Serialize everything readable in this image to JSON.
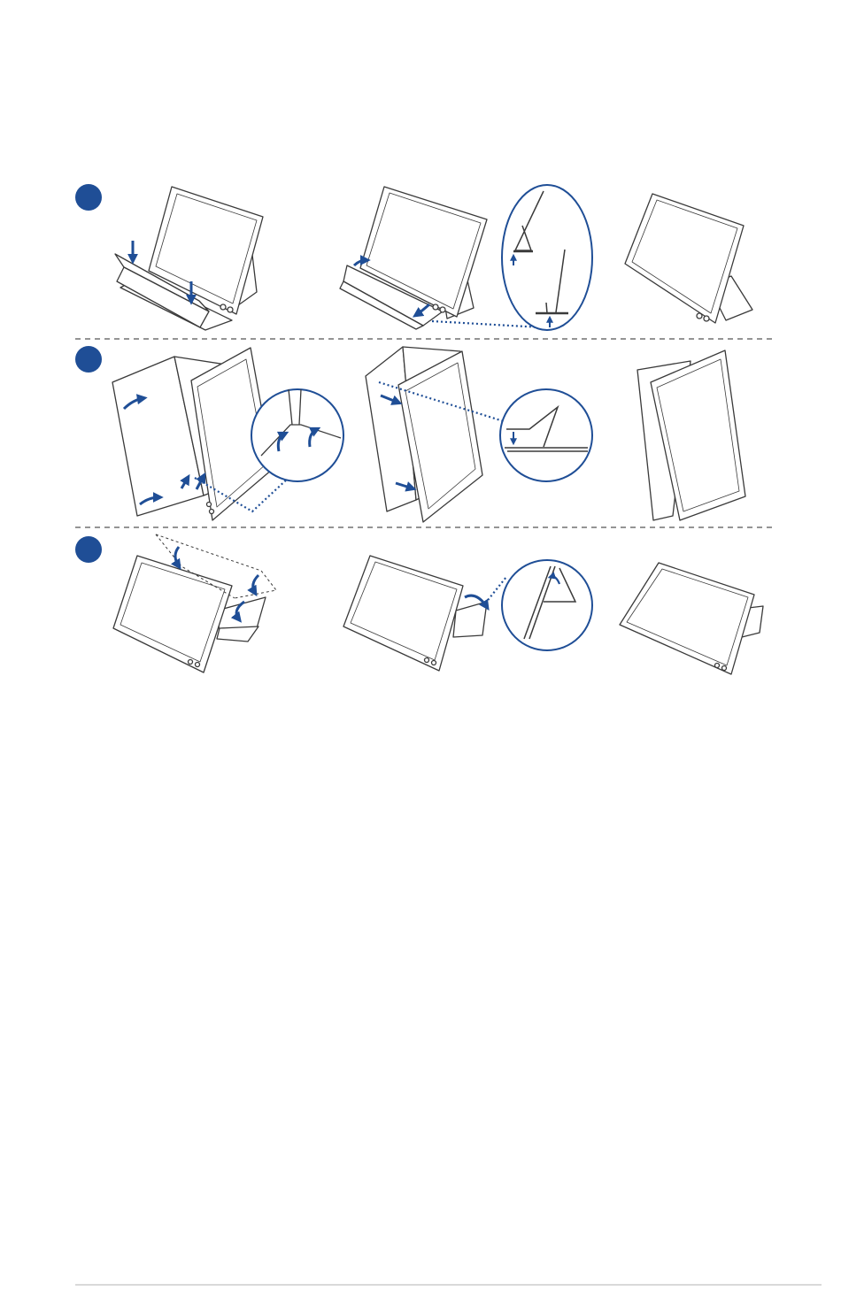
{
  "document": {
    "steps": [
      {
        "id": 1,
        "marker_color": "#1f4e96"
      },
      {
        "id": 2,
        "marker_color": "#1f4e96"
      },
      {
        "id": 3,
        "marker_color": "#1f4e96"
      }
    ],
    "colors": {
      "line": "#3a3a3a",
      "accent": "#1f4e96",
      "divider": "#555555",
      "footer_rule": "#d9d9d9"
    }
  }
}
